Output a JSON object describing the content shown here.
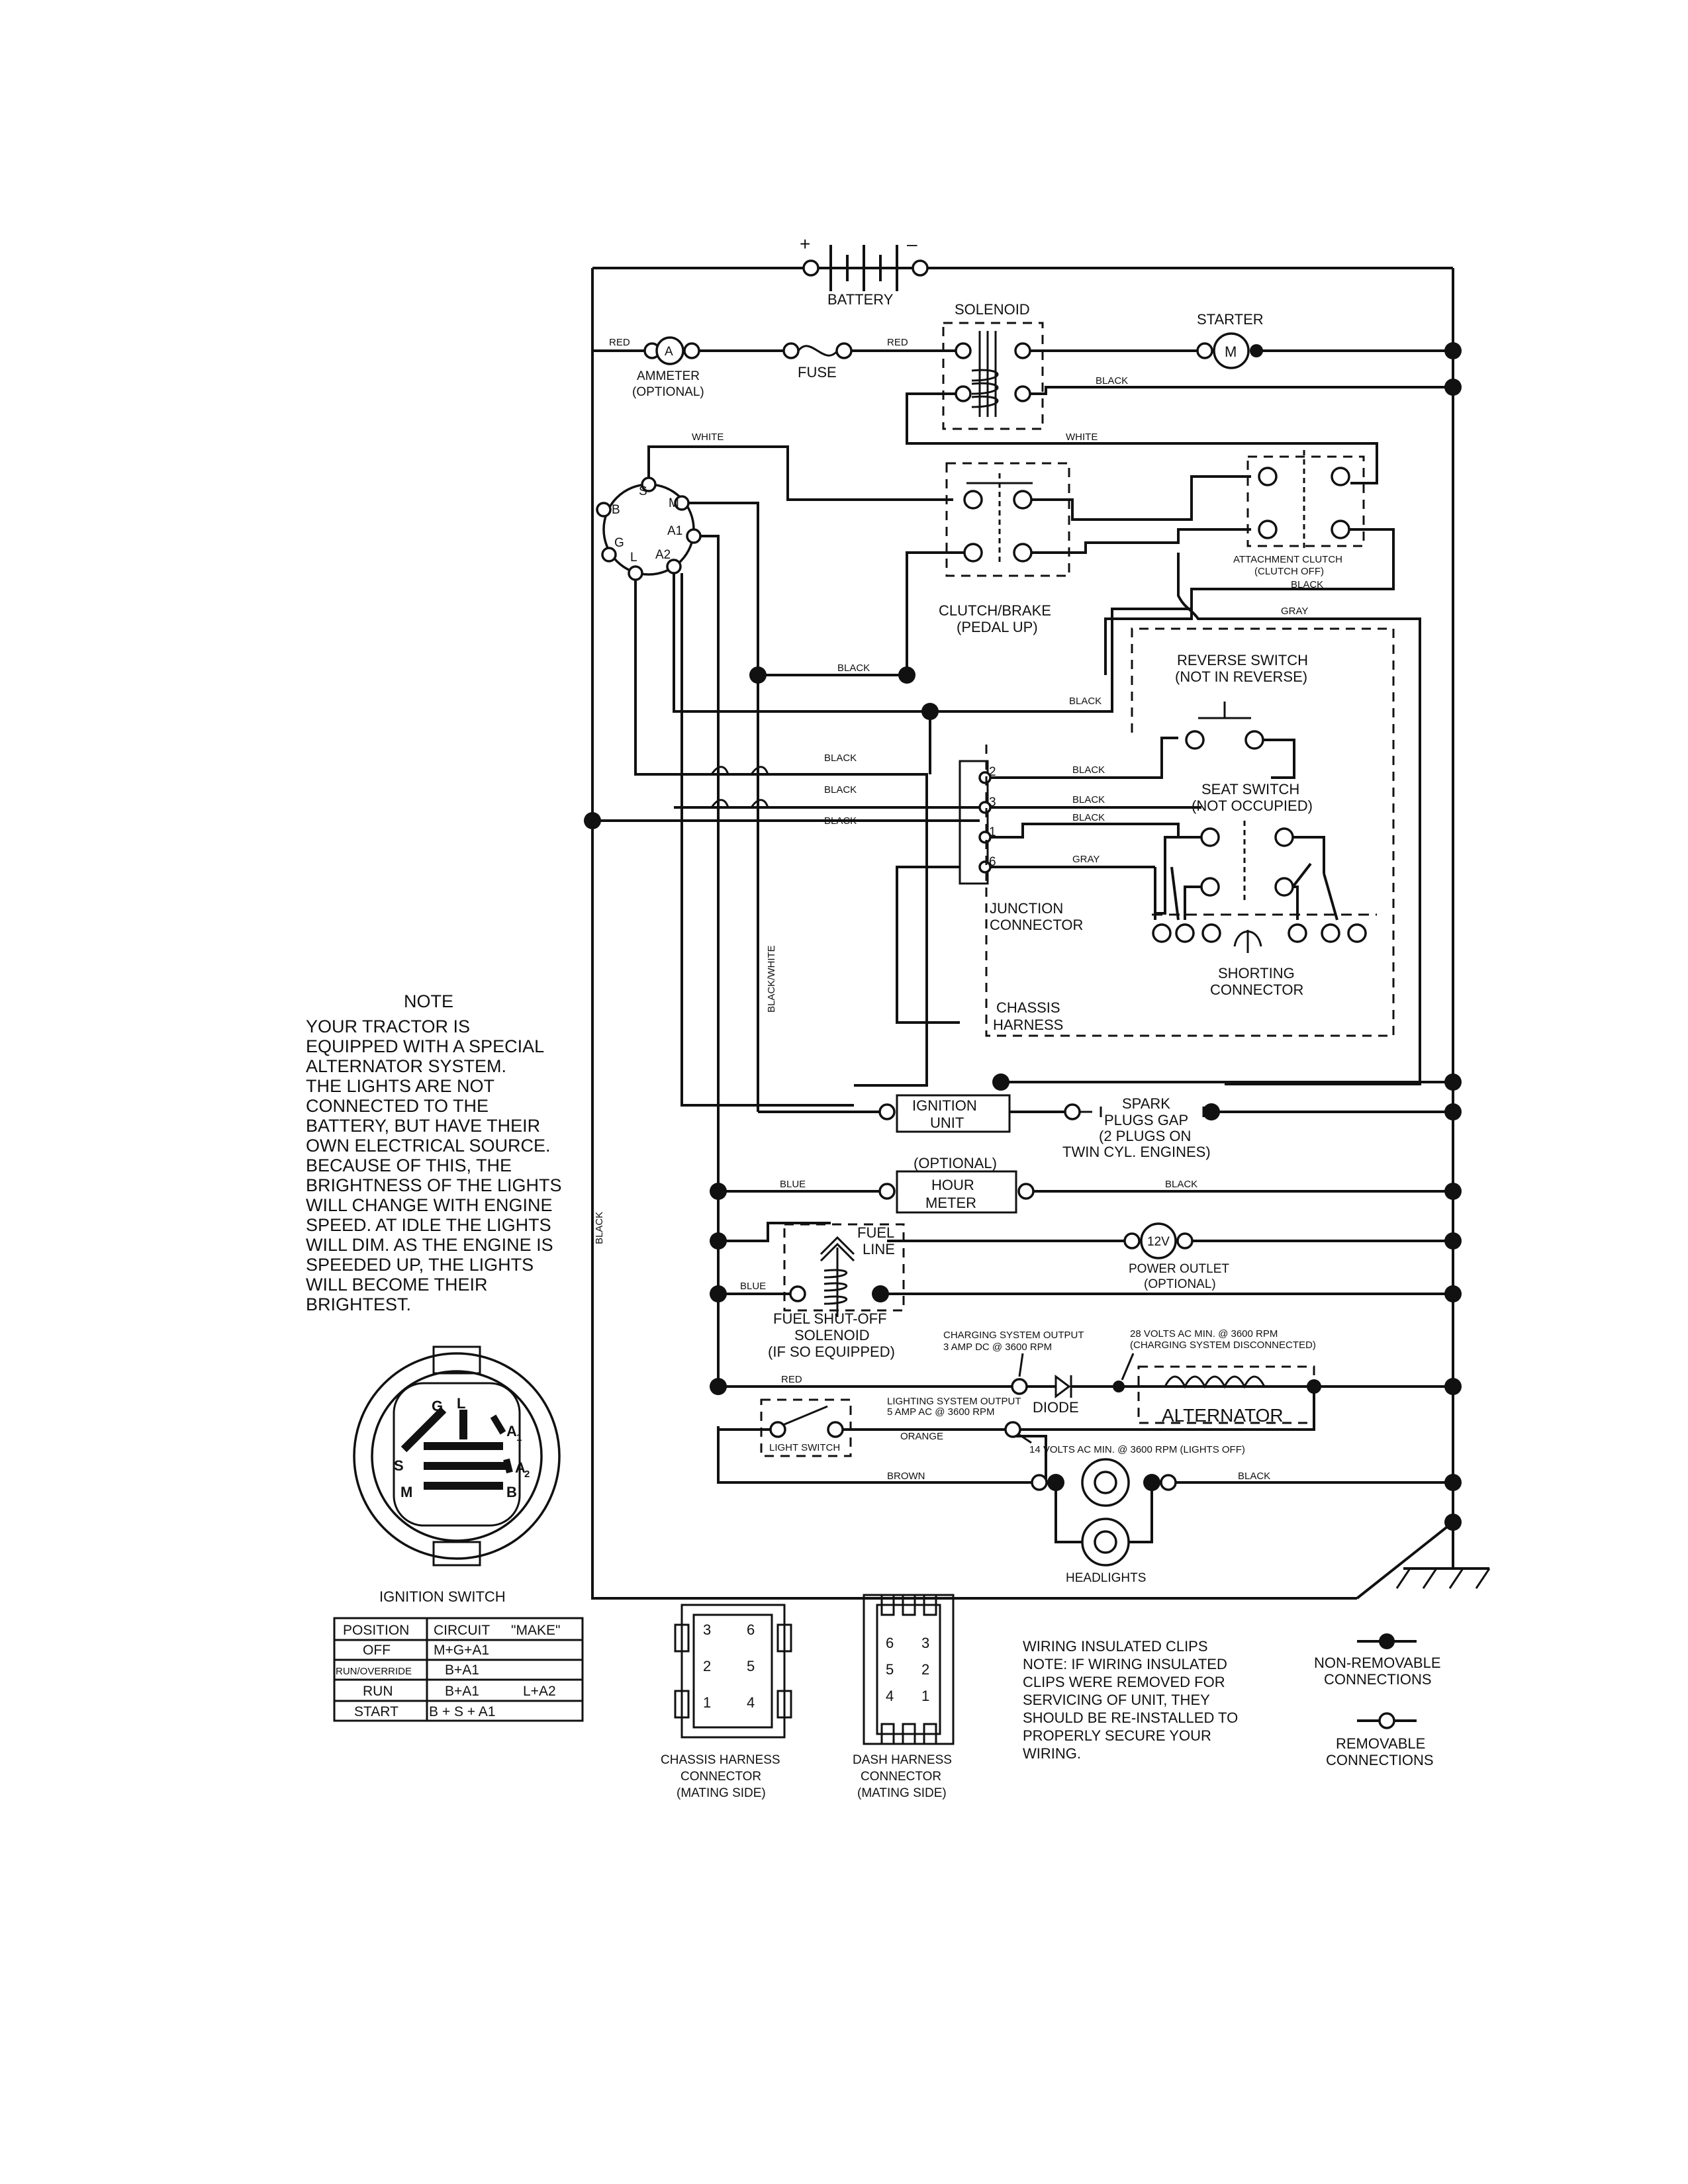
{
  "components": {
    "battery": "BATTERY",
    "battery_pos": "+",
    "battery_neg": "–",
    "solenoid": "SOLENOID",
    "starter": "STARTER",
    "motor_symbol": "M",
    "ammeter_symbol": "A",
    "ammeter": "AMMETER",
    "ammeter_opt": "(OPTIONAL)",
    "fuse": "FUSE",
    "clutch_brake_1": "CLUTCH/BRAKE",
    "clutch_brake_2": "(PEDAL UP)",
    "attachment_clutch_1": "ATTACHMENT CLUTCH",
    "attachment_clutch_2": "(CLUTCH OFF)",
    "reverse_switch_1": "REVERSE SWITCH",
    "reverse_switch_2": "(NOT IN REVERSE)",
    "seat_switch_1": "SEAT SWITCH",
    "seat_switch_2": "(NOT OCCUPIED)",
    "junction_1": "JUNCTION",
    "junction_2": "CONNECTOR",
    "shorting_1": "SHORTING",
    "shorting_2": "CONNECTOR",
    "chassis_1": "CHASSIS",
    "chassis_2": "HARNESS",
    "ignition_unit_1": "IGNITION",
    "ignition_unit_2": "UNIT",
    "spark_1": "SPARK",
    "spark_2": "PLUGS GAP",
    "spark_3": "(2 PLUGS ON",
    "spark_4": "TWIN CYL. ENGINES)",
    "hour_meter_opt": "(OPTIONAL)",
    "hour_meter_1": "HOUR",
    "hour_meter_2": "METER",
    "power_outlet_symbol": "12V",
    "power_outlet_1": "POWER OUTLET",
    "power_outlet_2": "(OPTIONAL)",
    "fuel_line_1": "FUEL",
    "fuel_line_2": "LINE",
    "fuel_shutoff_1": "FUEL SHUT-OFF",
    "fuel_shutoff_2": "SOLENOID",
    "fuel_shutoff_3": "(IF SO EQUIPPED)",
    "charge_out_1": "CHARGING SYSTEM OUTPUT",
    "charge_out_2": "3 AMP DC @ 3600 RPM",
    "volts28_1": "28 VOLTS AC MIN. @ 3600 RPM",
    "volts28_2": "(CHARGING SYSTEM DISCONNECTED)",
    "light_out_1": "LIGHTING SYSTEM OUTPUT",
    "light_out_2": "5 AMP AC @ 3600 RPM",
    "diode": "DIODE",
    "alternator": "ALTERNATOR",
    "light_switch": "LIGHT SWITCH",
    "volts14": "14 VOLTS AC MIN. @ 3600 RPM (LIGHTS OFF)",
    "headlights": "HEADLIGHTS"
  },
  "wire_labels": {
    "red": "RED",
    "white": "WHITE",
    "black": "BLACK",
    "gray": "GRAY",
    "blue": "BLUE",
    "black_white": "BLACK/WHITE",
    "orange": "ORANGE",
    "brown": "BROWN"
  },
  "junction_pins": [
    "2",
    "3",
    "1",
    "6"
  ],
  "ignition_terminals": [
    "S",
    "B",
    "G",
    "L",
    "M",
    "A1",
    "A2"
  ],
  "ignition_face": {
    "g": "G",
    "l": "L",
    "a1": "A",
    "a1_sub": "1",
    "s": "S",
    "a2": "A",
    "a2_sub": "2",
    "m": "M",
    "b": "B"
  },
  "note": {
    "title": "NOTE",
    "lines": [
      "YOUR TRACTOR IS",
      "EQUIPPED WITH A SPECIAL",
      "ALTERNATOR SYSTEM.",
      "THE LIGHTS ARE NOT",
      "CONNECTED TO THE",
      "BATTERY, BUT HAVE THEIR",
      "OWN ELECTRICAL SOURCE.",
      "BECAUSE OF THIS, THE",
      "BRIGHTNESS OF THE LIGHTS",
      "WILL CHANGE WITH ENGINE",
      "SPEED.  AT IDLE THE LIGHTS",
      "WILL DIM.  AS THE ENGINE IS",
      "SPEEDED UP, THE LIGHTS",
      "WILL BECOME THEIR",
      "BRIGHTEST."
    ]
  },
  "ignition_switch": {
    "title": "IGNITION SWITCH",
    "headers": [
      "POSITION",
      "CIRCUIT",
      "\"MAKE\""
    ],
    "rows": [
      [
        "OFF",
        "M+G+A1",
        ""
      ],
      [
        "RUN/OVERRIDE",
        "B+A1",
        ""
      ],
      [
        "RUN",
        "B+A1",
        "L+A2"
      ],
      [
        "START",
        "B + S + A1",
        ""
      ]
    ]
  },
  "chassis_connector": {
    "caption": [
      "CHASSIS HARNESS",
      "CONNECTOR",
      "(MATING SIDE)"
    ],
    "pins": [
      "3",
      "6",
      "2",
      "5",
      "1",
      "4"
    ]
  },
  "dash_connector": {
    "caption": [
      "DASH HARNESS",
      "CONNECTOR",
      "(MATING SIDE)"
    ],
    "pins": [
      "6",
      "3",
      "5",
      "2",
      "4",
      "1"
    ]
  },
  "clips_note": [
    "WIRING INSULATED CLIPS",
    "NOTE: IF WIRING INSULATED",
    "CLIPS WERE REMOVED FOR",
    "SERVICING OF UNIT, THEY",
    "SHOULD BE RE-INSTALLED TO",
    "PROPERLY SECURE YOUR",
    "WIRING."
  ],
  "legend": {
    "non_removable": [
      "NON-REMOVABLE",
      "CONNECTIONS"
    ],
    "removable": [
      "REMOVABLE",
      "CONNECTIONS"
    ]
  }
}
